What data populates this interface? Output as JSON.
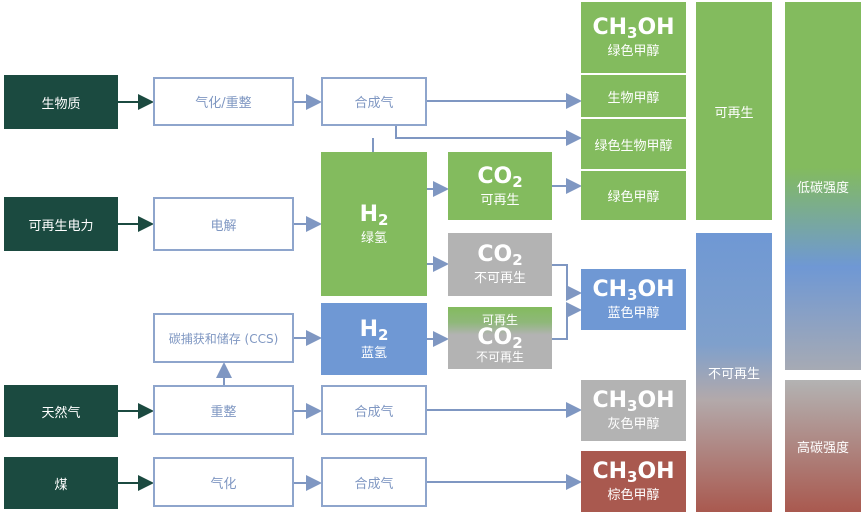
{
  "sources": [
    "生物质",
    "可再生电力",
    "天然气",
    "煤"
  ],
  "processes": [
    "气化/重整",
    "电解",
    "碳捕获和储存 (CCS)",
    "重整",
    "气化"
  ],
  "intermediates": {
    "syngas": "合成气",
    "h2": "H",
    "h2_sub": "2",
    "green_h2": "绿氢",
    "blue_h2": "蓝氢"
  },
  "co2": {
    "formula": "CO",
    "sub": "2",
    "renewable": "可再生",
    "nonrenewable": "不可再生"
  },
  "methanol": {
    "formula_a": "CH",
    "sub": "3",
    "formula_b": "OH",
    "green": "绿色甲醇",
    "bio": "生物甲醇",
    "green_bio": "绿色生物甲醇",
    "blue": "蓝色甲醇",
    "gray": "灰色甲醇",
    "brown": "棕色甲醇"
  },
  "categories": {
    "renewable": "可再生",
    "nonrenewable": "不可再生",
    "low_carbon": "低碳强度",
    "high_carbon": "高碳强度"
  },
  "colors": {
    "dark": "#1b4a40",
    "green": "#83bb5e",
    "gray": "#b3b3b3",
    "blue": "#6f98d4",
    "brown": "#a9594f",
    "line": "#8ea5cc"
  }
}
